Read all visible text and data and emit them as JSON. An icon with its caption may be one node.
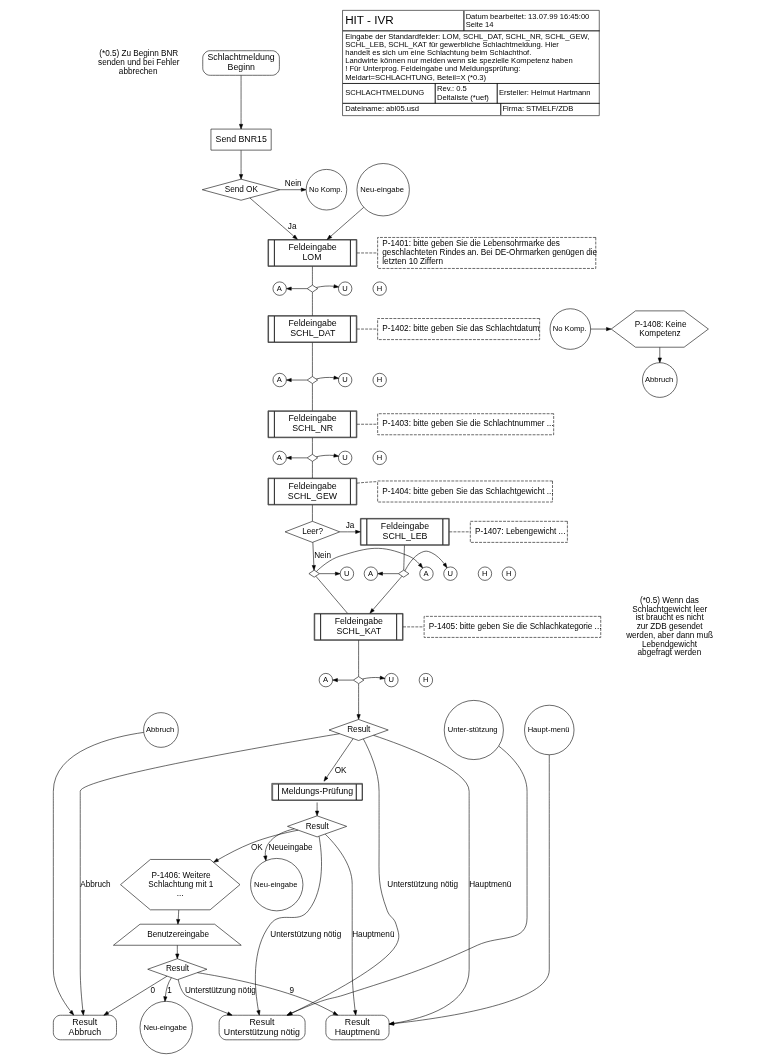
{
  "diagram": {
    "nodes": [
      {
        "text": [
          "Schlachtmeldung",
          "Beginn"
        ]
      },
      {
        "text": [
          "Send BNR15"
        ]
      },
      {
        "text": [
          "Send OK"
        ]
      },
      {
        "text": [
          "No Komp."
        ]
      },
      {
        "text": [
          "Neu-eingabe"
        ]
      },
      {
        "text": [
          "Feldeingabe",
          "LOM"
        ]
      },
      {
        "text": [
          "P-1401: bitte geben Sie die Lebensohrmarke des geschlachteten Rindes an. Bei DE-Ohrmarken genügen die letzten 10 Ziffern"
        ]
      },
      {
        "text": [],
        "shape": "diamond"
      },
      {
        "text": [
          "A"
        ]
      },
      {
        "text": [
          "U"
        ]
      },
      {
        "text": [
          "H"
        ]
      },
      {
        "text": [
          "Feldeingabe",
          "SCHL_DAT"
        ]
      },
      {
        "text": [
          "P-1402: bitte geben Sie das Schlachtdatum"
        ]
      },
      {
        "text": [],
        "shape": "diamond"
      },
      {
        "text": [
          "A"
        ]
      },
      {
        "text": [
          "U"
        ]
      },
      {
        "text": [
          "H"
        ]
      },
      {
        "text": [
          "No Komp."
        ]
      },
      {
        "text": [
          "P-1408: Keine Kompetenz"
        ]
      },
      {
        "text": [
          "Abbruch"
        ]
      },
      {
        "text": [
          "Feldeingabe",
          "SCHL_NR"
        ]
      },
      {
        "text": [
          "P-1403: bitte geben Sie die Schlachtnummer ..."
        ]
      },
      {
        "text": [],
        "shape": "diamond"
      },
      {
        "text": [
          "A"
        ]
      },
      {
        "text": [
          "U"
        ]
      },
      {
        "text": [
          "H"
        ]
      },
      {
        "text": [
          "Feldeingabe",
          "SCHL_GEW"
        ]
      },
      {
        "text": [
          "P-1404: bitte geben Sie das Schlachtgewicht ..."
        ]
      },
      {
        "text": [
          "Leer?"
        ]
      },
      {
        "text": [
          "Feldeingabe",
          "SCHL_LEB"
        ]
      },
      {
        "text": [
          "P-1407: Lebengewicht ..."
        ]
      },
      {
        "text": [],
        "shape": "diamond"
      },
      {
        "text": [
          "A"
        ]
      },
      {
        "text": [
          "U"
        ]
      },
      {
        "text": [
          "H"
        ]
      },
      {
        "text": [],
        "shape": "diamond"
      },
      {
        "text": [
          "A"
        ]
      },
      {
        "text": [
          "U"
        ]
      },
      {
        "text": [
          "H"
        ]
      },
      {
        "text": [
          "Feldeingabe",
          "SCHL_KAT"
        ]
      },
      {
        "text": [
          "P-1405: bitte geben Sie die Schlachkategorie ..."
        ]
      },
      {
        "text": [],
        "shape": "diamond"
      },
      {
        "text": [
          "A"
        ]
      },
      {
        "text": [
          "U"
        ]
      },
      {
        "text": [
          "H"
        ]
      },
      {
        "text": [
          "Abbruch"
        ]
      },
      {
        "text": [
          "Result"
        ]
      },
      {
        "text": [
          "Unter-stützung"
        ]
      },
      {
        "text": [
          "Haupt-menü"
        ]
      },
      {
        "text": [
          "Meldungs-Prüfung"
        ]
      },
      {
        "text": [
          "Result"
        ]
      },
      {
        "text": [
          "Neu-eingabe"
        ]
      },
      {
        "text": [
          "P-1406: Weitere Schlachtung mit 1 ..."
        ]
      },
      {
        "text": [
          "Benutzereingabe"
        ]
      },
      {
        "text": [
          "Result"
        ]
      },
      {
        "text": [
          "Result",
          "Abbruch"
        ]
      },
      {
        "text": [
          "Neu-eingabe"
        ]
      },
      {
        "text": [
          "Result",
          "Unterstützung nötig"
        ]
      },
      {
        "text": [
          "Result",
          "Hauptmenü"
        ]
      }
    ],
    "edges": [
      {
        "from": 0,
        "to": 1,
        "arrow": "to"
      },
      {
        "from": 1,
        "to": 2,
        "arrow": "to"
      },
      {
        "from": 2,
        "to": 3,
        "arrow": "to",
        "label": "Nein"
      },
      {
        "from": 2,
        "to": 5,
        "arrow": "to",
        "label": "Ja"
      },
      {
        "from": 4,
        "to": 5,
        "arrow": "to"
      },
      {
        "from": 5,
        "to": 6,
        "arrow": "none",
        "style": "dashed"
      },
      {
        "from": 5,
        "to": 7,
        "arrow": "none"
      },
      {
        "from": 7,
        "to": 8,
        "arrow": "to"
      },
      {
        "from": 7,
        "to": 9,
        "arrow": "to"
      },
      {
        "from": 7,
        "to": 11,
        "arrow": "none"
      },
      {
        "from": 11,
        "to": 12,
        "arrow": "none",
        "style": "dashed"
      },
      {
        "from": 11,
        "to": 13,
        "arrow": "none"
      },
      {
        "from": 13,
        "to": 14,
        "arrow": "to"
      },
      {
        "from": 13,
        "to": 15,
        "arrow": "to"
      },
      {
        "from": 13,
        "to": 20,
        "arrow": "none"
      },
      {
        "from": 17,
        "to": 18,
        "arrow": "to"
      },
      {
        "from": 18,
        "to": 19,
        "arrow": "to"
      },
      {
        "from": 20,
        "to": 21,
        "arrow": "none",
        "style": "dashed"
      },
      {
        "from": 20,
        "to": 22,
        "arrow": "none"
      },
      {
        "from": 22,
        "to": 23,
        "arrow": "to"
      },
      {
        "from": 22,
        "to": 24,
        "arrow": "to"
      },
      {
        "from": 22,
        "to": 26,
        "arrow": "none"
      },
      {
        "from": 26,
        "to": 27,
        "arrow": "none",
        "style": "dashed"
      },
      {
        "from": 26,
        "to": 28,
        "arrow": "none"
      },
      {
        "from": 28,
        "to": 29,
        "arrow": "to",
        "label": "Ja"
      },
      {
        "from": 29,
        "to": 30,
        "arrow": "none",
        "style": "dashed"
      },
      {
        "from": 29,
        "to": 31,
        "arrow": "none"
      },
      {
        "from": 31,
        "to": 32,
        "arrow": "to"
      },
      {
        "from": 31,
        "to": 33,
        "arrow": "to"
      },
      {
        "from": 28,
        "to": 35,
        "arrow": "to",
        "label": "Nein"
      },
      {
        "from": 35,
        "to": 36,
        "arrow": "to"
      },
      {
        "from": 35,
        "to": 37,
        "arrow": "to"
      },
      {
        "from": 31,
        "to": 39,
        "arrow": "to"
      },
      {
        "from": 35,
        "to": 39,
        "arrow": "none"
      },
      {
        "from": 39,
        "to": 40,
        "arrow": "none",
        "style": "dashed"
      },
      {
        "from": 39,
        "to": 41,
        "arrow": "none"
      },
      {
        "from": 41,
        "to": 42,
        "arrow": "to"
      },
      {
        "from": 41,
        "to": 43,
        "arrow": "to"
      },
      {
        "from": 41,
        "to": 46,
        "arrow": "to"
      },
      {
        "from": 46,
        "to": 55,
        "arrow": "to",
        "label": "Abbruch"
      },
      {
        "from": 46,
        "to": 49,
        "arrow": "to",
        "label": "OK"
      },
      {
        "from": 46,
        "to": 57,
        "arrow": "to",
        "label": "Unterstützung nötig"
      },
      {
        "from": 46,
        "to": 58,
        "arrow": "to",
        "label": "Hauptmenü"
      },
      {
        "from": 45,
        "to": 55,
        "arrow": "to"
      },
      {
        "from": 47,
        "to": 57,
        "arrow": "to"
      },
      {
        "from": 48,
        "to": 58,
        "arrow": "to"
      },
      {
        "from": 49,
        "to": 50,
        "arrow": "to"
      },
      {
        "from": 50,
        "to": 51,
        "arrow": "to",
        "label": "Neueingabe"
      },
      {
        "from": 50,
        "to": 52,
        "arrow": "to",
        "label": "OK"
      },
      {
        "from": 50,
        "to": 57,
        "arrow": "to",
        "label": "Unterstützung nötig"
      },
      {
        "from": 50,
        "to": 58,
        "arrow": "to",
        "label": "Hauptmenü"
      },
      {
        "from": 52,
        "to": 53,
        "arrow": "to"
      },
      {
        "from": 53,
        "to": 54,
        "arrow": "to"
      },
      {
        "from": 54,
        "to": 55,
        "arrow": "to",
        "label": "0"
      },
      {
        "from": 54,
        "to": 56,
        "arrow": "to",
        "label": "1"
      },
      {
        "from": 54,
        "to": 57,
        "arrow": "to",
        "label": "Unterstützung nötig"
      },
      {
        "from": 54,
        "to": 58,
        "arrow": "to",
        "label": "9"
      }
    ],
    "labels": [
      "(*0.5) Zu Beginn BNR senden und bei Fehler abbrechen",
      "HIT - IVR",
      "Datum bearbeitet: 13.07.99 16:45:00",
      "Seite 14",
      "Eingabe der Standardfelder: LOM, SCHL_DAT, SCHL_NR, SCHL_GEW, SCHL_LEB, SCHL_KAT für gewerbliche Schlachtmeldung. Hier handelt es sich um eine Schlachtung beim Schlachthof. Landwirte können nur melden wenn sie spezielle Kompetenz haben ! Für Unterprog. Feldeingabe und Meldungsprüfung: Meldart=SCHLACHTUNG, Beteil=X (*0.3)",
      "SCHLACHTMELDUNG",
      "Rev.: 0.5",
      "Deltaliste (*uef)",
      "Ersteller: Helmut Hartmann",
      "Dateiname: abl05.usd",
      "Firma: STMELF/ZDB",
      "(*0.5) Wenn das Schlachtgewicht leer ist braucht es nicht zur ZDB gesendet werden, aber dann muß Lebendgewicht abgefragt werden"
    ]
  }
}
